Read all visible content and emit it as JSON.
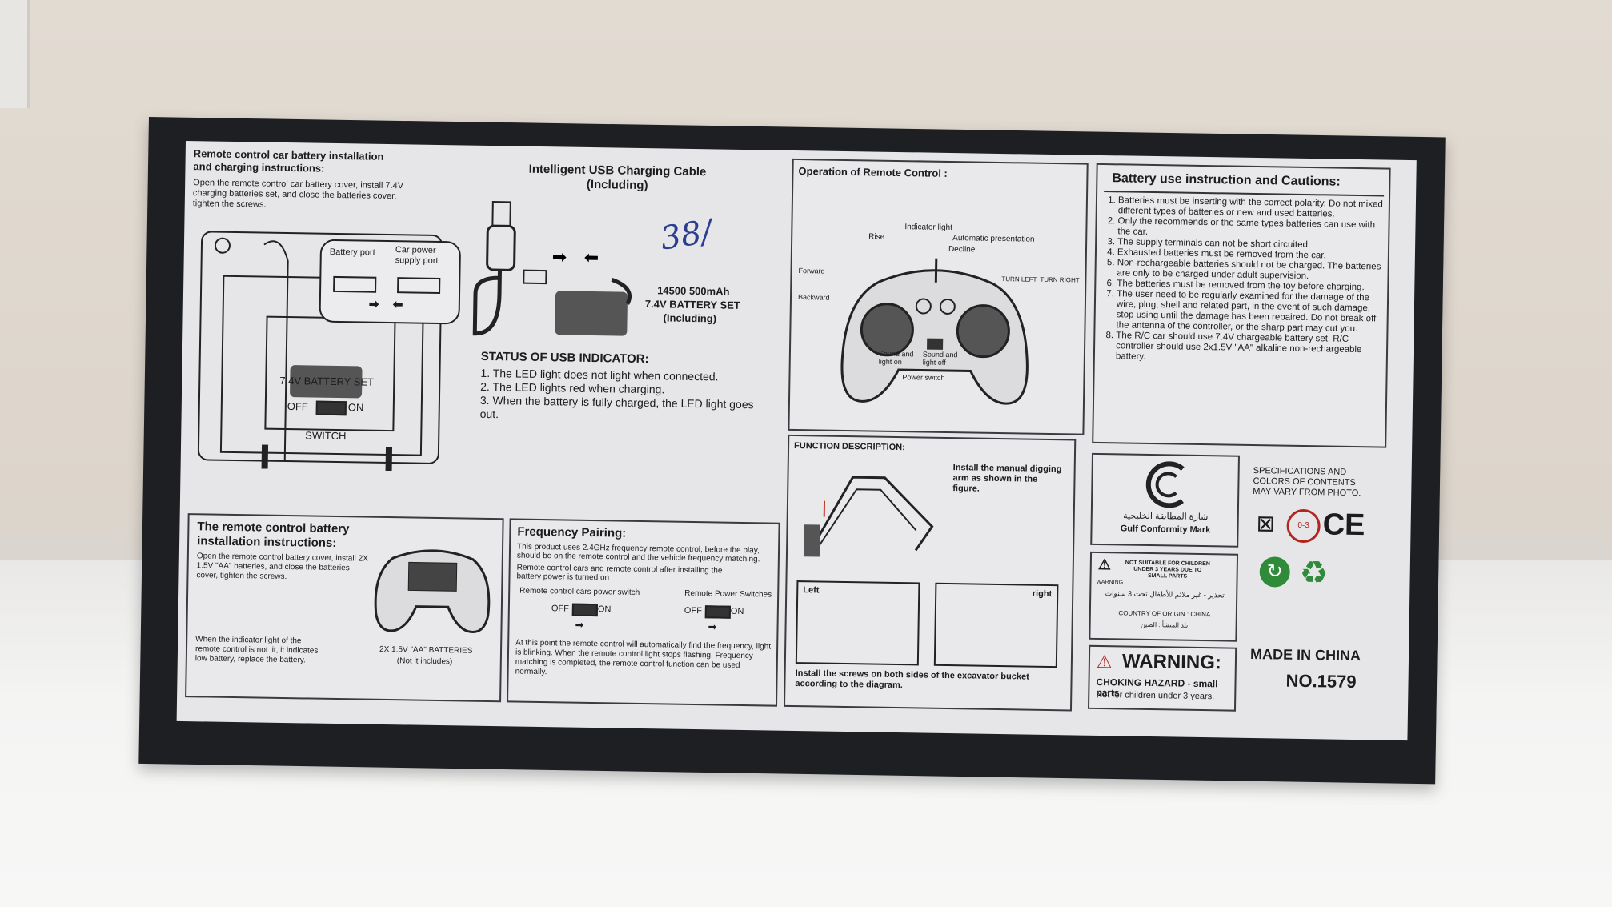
{
  "battery_panel": {
    "title": "Remote control car battery installation and charging instructions:",
    "body": "Open the remote control car battery cover, install 7.4V charging batteries set, and close the batteries cover, tighten the screws.",
    "battery_port": "Battery port",
    "car_power_port": "Car power supply port",
    "battery_set": "7.4V BATTERY SET",
    "off": "OFF",
    "on": "ON",
    "switch": "SWITCH"
  },
  "usb_panel": {
    "title": "Intelligent USB Charging Cable (Including)",
    "handwritten": "38/",
    "battery_spec": "14500 500mAh",
    "battery_set": "7.4V BATTERY SET",
    "battery_including": "(Including)",
    "status_title": "STATUS OF USB INDICATOR:",
    "status_items": [
      "The LED light does not light when connected.",
      "The LED lights red when charging.",
      "When the battery is fully charged, the LED light goes out."
    ]
  },
  "remote_panel": {
    "title": "Operation of Remote Control :",
    "labels": {
      "indicator": "Indicator light",
      "rise": "Rise",
      "auto": "Automatic presentation",
      "decline": "Decline",
      "forward": "Forward",
      "backward": "Backward",
      "turn_left": "TURN LEFT",
      "turn_right": "TURN RIGHT",
      "sound_on": "Sound and light on",
      "sound_off": "Sound and light off",
      "power": "Power switch"
    }
  },
  "function_panel": {
    "title": "FUNCTION DESCRIPTION:",
    "text": "Install the manual digging arm as shown in the figure.",
    "left": "Left",
    "right": "right",
    "caption": "Install the screws on both sides of the excavator bucket according to the diagram."
  },
  "cautions_panel": {
    "title": "Battery use instruction and Cautions:",
    "items": [
      "Batteries must be inserting with the correct polarity. Do not mixed different types of batteries or new and used batteries.",
      "Only the recommends or the same types batteries can use with the car.",
      "The supply terminals can not be short circuited.",
      "Exhausted batteries must be removed from the car.",
      "Non-rechargeable batteries should not be charged. The batteries are only to be charged under adult supervision.",
      "The batteries must be removed from the toy before charging.",
      "The user need to be regularly examined for the damage of the wire, plug, shell and related part, in the event of such damage, stop using until the damage has been repaired. Do not break off the antenna of the controller, or the sharp part may cut you.",
      "The R/C car should use 7.4V chargeable battery set, R/C controller should use 2x1.5V \"AA\" alkaline non-rechargeable battery."
    ]
  },
  "controller_battery_panel": {
    "title": "The remote control battery installation instructions:",
    "body": "Open the remote control battery cover, install 2X 1.5V \"AA\" batteries, and close the batteries cover, tighten the screws.",
    "low_battery": "When the indicator light of the remote control is not lit, it indicates low battery, replace the battery.",
    "batteries": "2X 1.5V \"AA\" BATTERIES",
    "not_included": "(Not it includes)"
  },
  "pairing_panel": {
    "title": "Frequency Pairing:",
    "body1": "This product uses 2.4GHz frequency remote control, before the play, should be on the remote control and the vehicle frequency matching.",
    "body2": "Remote control cars and remote control after installing the battery power is turned on",
    "car_switch": "Remote control cars power switch",
    "remote_switch": "Remote Power Switches",
    "off": "OFF",
    "on": "ON",
    "body3": "At this point the remote control will automatically find the frequency, light is blinking. When the remote control light stops flashing. Frequency matching is completed, the remote control function can be used normally."
  },
  "conformity": {
    "arabic": "شارة المطابقة الخليجية",
    "name": "Gulf Conformity Mark"
  },
  "age_warning": {
    "line1": "NOT SUITABLE FOR CHILDREN UNDER 3 YEARS DUE TO SMALL PARTS",
    "warning_word": "WARNING",
    "arabic": "تحذير - غير ملائم للأطفال تحت 3 سنوات",
    "origin": "COUNTRY OF ORIGIN : CHINA",
    "origin_ar": "بلد المنشأ : الصين"
  },
  "spec_note": "SPECIFICATIONS AND COLORS OF CONTENTS MAY VARY FROM PHOTO.",
  "age_badge": "0-3",
  "ce_mark": "CE",
  "warning": {
    "title": "WARNING:",
    "line1": "CHOKING HAZARD - small parts.",
    "line2": "Not for children under 3 years."
  },
  "made_in": "MADE IN CHINA",
  "model_no": "NO.1579"
}
